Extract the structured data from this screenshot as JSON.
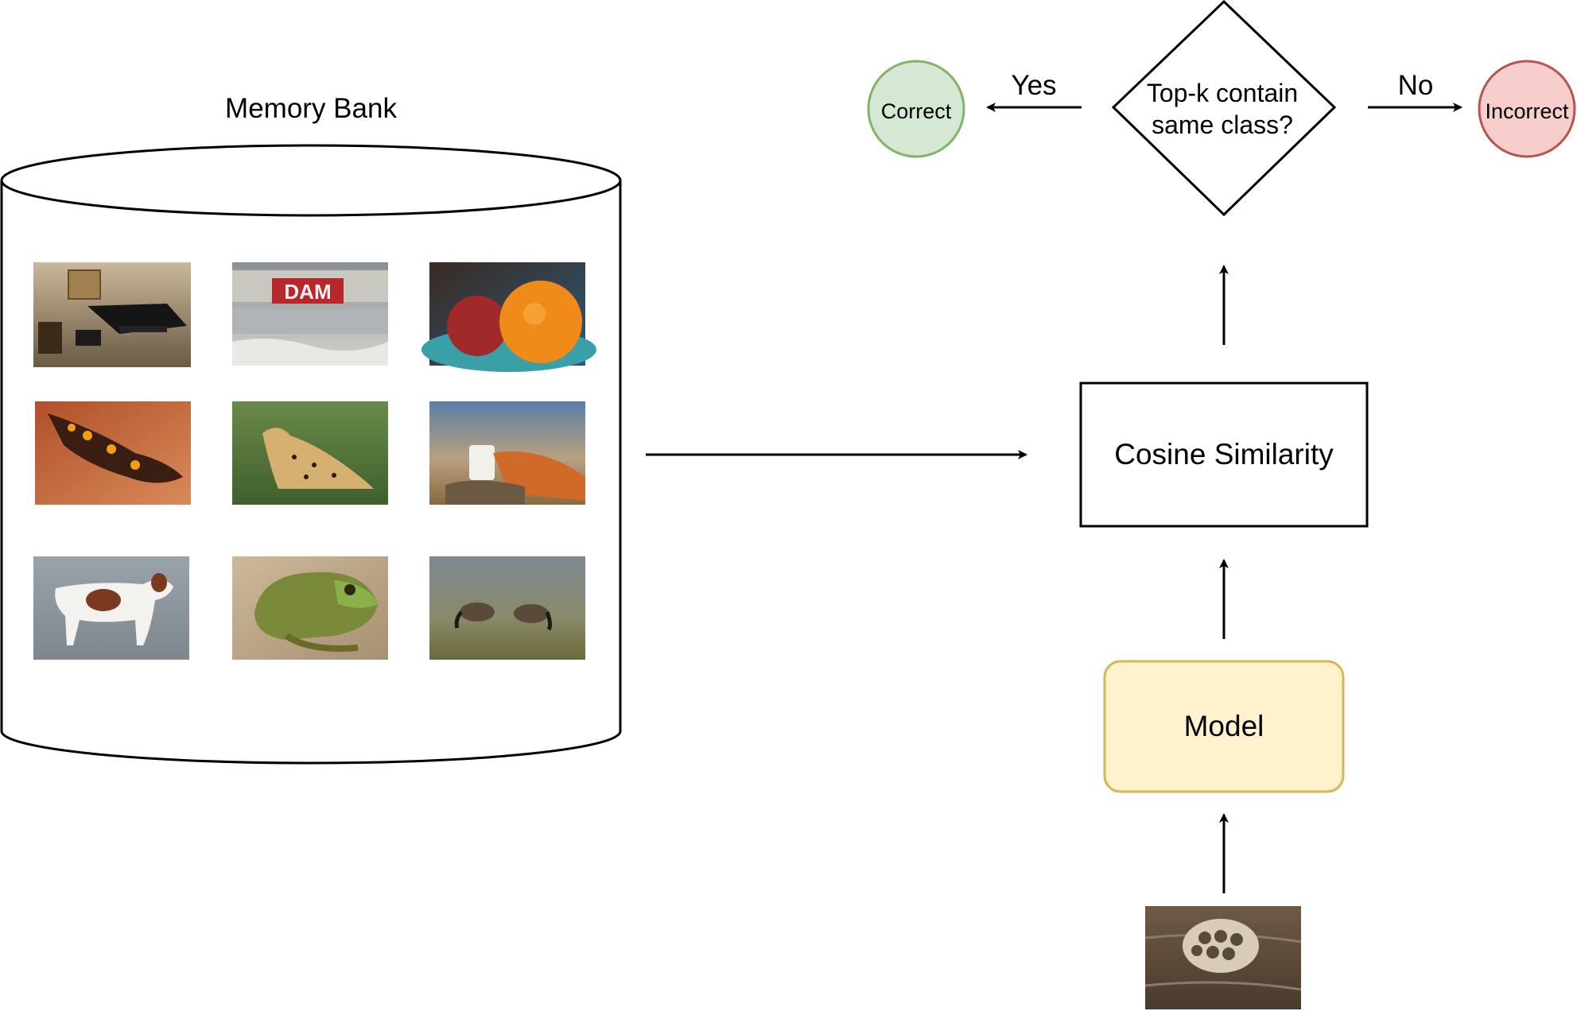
{
  "memory_bank": {
    "title": "Memory Bank",
    "images": [
      {
        "icon": "grand-piano-photo"
      },
      {
        "icon": "dam-sign-photo"
      },
      {
        "icon": "orange-fruit-photo"
      },
      {
        "icon": "spotted-salamander-photo"
      },
      {
        "icon": "cheetah-photo"
      },
      {
        "icon": "mug-in-hand-photo"
      },
      {
        "icon": "pointer-dog-photo"
      },
      {
        "icon": "bullfrog-photo"
      },
      {
        "icon": "canada-geese-photo"
      }
    ]
  },
  "cosine_similarity": {
    "label": "Cosine Similarity"
  },
  "model": {
    "label": "Model"
  },
  "decision": {
    "label": "Top-k contain same class?"
  },
  "correct": {
    "label": "Correct",
    "fill": "#d5e8d4",
    "stroke": "#82b366"
  },
  "incorrect": {
    "label": "Incorrect",
    "fill": "#f8cecc",
    "stroke": "#b85450"
  },
  "yes_label": "Yes",
  "no_label": "No",
  "query_image": {
    "icon": "wasp-nest-photo"
  },
  "colors": {
    "model_fill": "#fff2cc",
    "model_stroke": "#d6b656"
  }
}
